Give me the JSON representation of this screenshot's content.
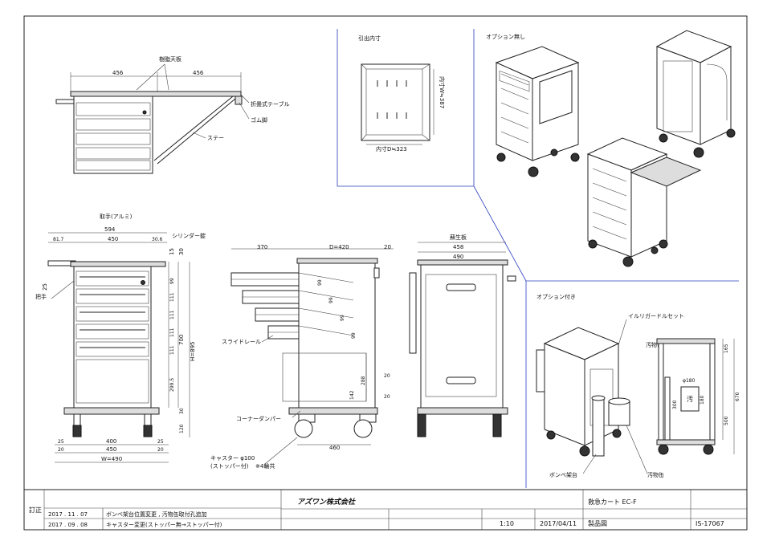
{
  "top_view": {
    "label_resin_top": "樹脂天板",
    "dim_left": "456",
    "dim_right": "456",
    "label_folding_table": "折畳式テーブル",
    "label_rubber_feet": "ゴム脚",
    "label_stay": "ステー"
  },
  "drawer_inner": {
    "title": "引出内寸",
    "depth_label": "内寸W≒387",
    "width_label": "内寸D≒323"
  },
  "option_none": {
    "title": "オプション無し"
  },
  "option_with": {
    "title": "オプション付き",
    "label_irrigator": "イルリガードルセット",
    "label_waste_can": "汚物缶",
    "label_cylinder_stand": "ボンベ架台",
    "dims": [
      "165",
      "φ180",
      "180",
      "300",
      "670",
      "500"
    ]
  },
  "front_view": {
    "label_handle_aluminum": "取手(アルミ)",
    "label_cylinder_stand": "シリンダー錠",
    "label_grip": "把手",
    "dim_594": "594",
    "dim_81_7": "81.7",
    "dim_450": "450",
    "dim_30_6": "30.6",
    "dim_25": "25",
    "dim_15": "15",
    "dim_30": "30",
    "dims_drawers": [
      "99",
      "111",
      "111",
      "111",
      "111"
    ],
    "dim_700": "700",
    "dim_h": "H=895",
    "dim_299_5": "299.5",
    "dim_30b": "30",
    "dim_120": "120",
    "dim_bottom_25": "25",
    "dim_bottom_400": "400",
    "dim_bottom_25b": "25",
    "dim_bottom_20": "20",
    "dim_bottom_450": "450",
    "dim_bottom_20b": "20",
    "dim_w": "W=490"
  },
  "side_view": {
    "dim_370": "370",
    "dim_d": "D=420",
    "dim_20": "20",
    "dims_drawers": [
      "99",
      "99",
      "99",
      "99"
    ],
    "label_slide_rail": "スライドレール",
    "dim_288": "288",
    "dim_142": "142",
    "dim_20b": "20",
    "dim_20c": "20",
    "label_corner_damper": "コーナーダンパー",
    "dim_460": "460",
    "label_caster_1": "キャスター φ100",
    "label_caster_2": "(ストッパー付)",
    "label_caster_3": "※4輪共"
  },
  "rear_view": {
    "label_sterile_plate": "蘇生板",
    "dim_458": "458",
    "dim_490": "490"
  },
  "title_block": {
    "revision_label": "訂正",
    "rev1_date": "2017 . 11 . 07",
    "rev1_text": "ボンベ架台位置変更 , 汚物缶取付孔追加",
    "rev2_date": "2017 . 09 . 08",
    "rev2_text": "キャスター変更(ストッパー無→ストッパー付)",
    "company": "アズワン株式会社",
    "product_name": "救急カート EC-F",
    "scale": "1:10",
    "date": "2017/04/11",
    "drawing_type": "製品図",
    "drawing_no": "IS-17067"
  }
}
